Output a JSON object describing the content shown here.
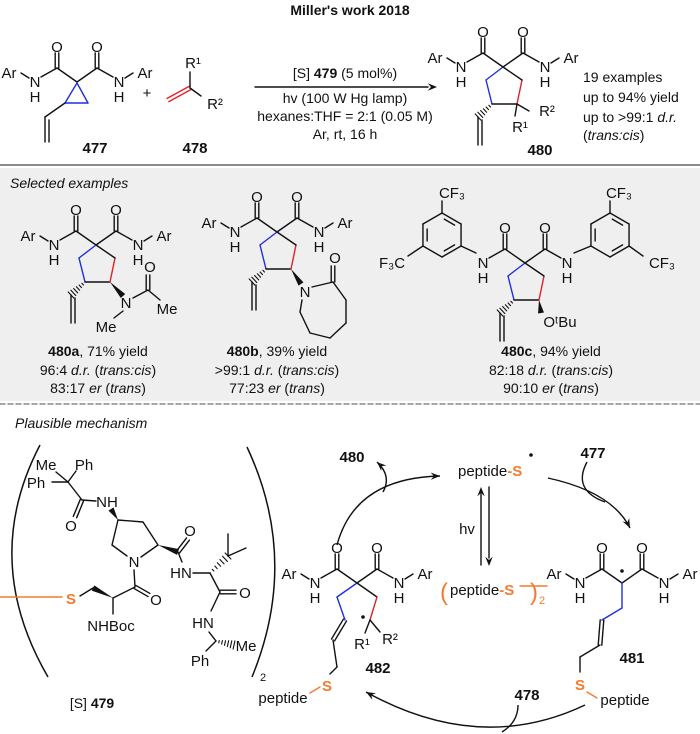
{
  "title": "Miller's work 2018",
  "atoms": {
    "Ar": "Ar",
    "N": "N",
    "H": "H",
    "O": "O",
    "S": "S",
    "dash_S": "-S",
    "R1": "R¹",
    "R2": "R²",
    "Me": "Me",
    "Ph": "Ph",
    "NH": "NH",
    "HN": "HN",
    "NHBoc": "NHBoc",
    "CF3": "CF₃",
    "F3C": "F₃C",
    "OtBu": "OᵗBu",
    "lparen": "(",
    "rparen": ")",
    "sp_lparen": " (",
    "sub2": "2",
    "peptide": "peptide"
  },
  "reaction": {
    "compound_477": "477",
    "plus": "+",
    "compound_478": "478",
    "compound_480": "480",
    "conditions": {
      "catalyst_prefix": "[S] ",
      "catalyst": "479",
      "loading": " (5 mol%)",
      "light": "hv (100 W Hg lamp)",
      "solvent": "hexanes:THF = 2:1 (0.05 M)",
      "atmosphere": "Ar, rt, 16 h"
    },
    "summary": {
      "examples": "19 examples",
      "yield": "up to 94% yield",
      "dr_prefix": "up to >99:1 ",
      "dr_label": "d.r.",
      "dr_note": "trans:cis"
    }
  },
  "examples": {
    "heading": "Selected examples",
    "items": [
      {
        "id": "480a",
        "yield": ", 71% yield",
        "dr": "96:4 ",
        "dr_label": "d.r.",
        "dr_note": "trans:cis",
        "er": "83:17 ",
        "er_label": "er",
        "er_note": "trans"
      },
      {
        "id": "480b",
        "yield": ", 39% yield",
        "dr": ">99:1 ",
        "dr_label": "d.r.",
        "dr_note": "trans:cis",
        "er": "77:23 ",
        "er_label": "er",
        "er_note": "trans"
      },
      {
        "id": "480c",
        "yield": ", 94% yield",
        "dr": "82:18 ",
        "dr_label": "d.r.",
        "dr_note": "trans:cis",
        "er": "90:10 ",
        "er_label": "er",
        "er_note": "trans"
      }
    ]
  },
  "mechanism": {
    "heading": "Plausible mechanism",
    "catalyst_prefix": "[S] ",
    "catalyst": "479",
    "hv": "hv",
    "product": "480",
    "substrate": "477",
    "alkene": "478",
    "intermediate_1": "481",
    "intermediate_2": "482"
  },
  "colors": {
    "blue_bond": "#1f2fe0",
    "red_bond": "#e3202a",
    "sulfur": "#f47b2f",
    "panel": "#efefef"
  }
}
